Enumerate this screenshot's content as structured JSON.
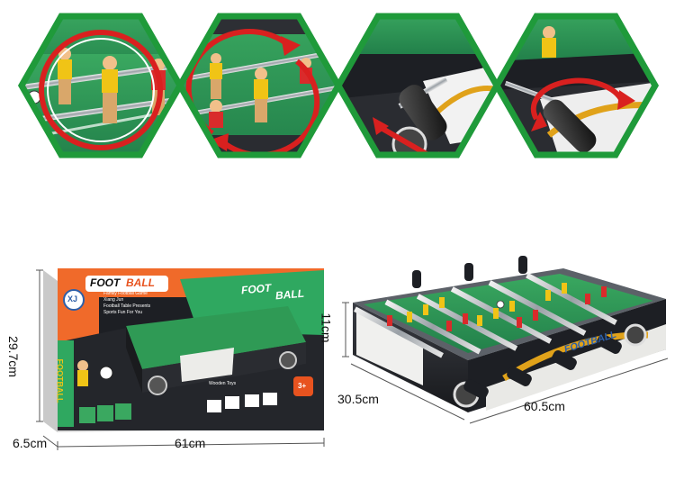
{
  "box": {
    "logo_foot": "FOOT",
    "logo_ball": "BALL",
    "brand_mark": "XJ",
    "features": [
      "Family Football Game",
      "Xiang Jun",
      "Football Table Presents",
      "Sports Fun For You"
    ],
    "side_logo": "FOOTBALL",
    "sub_label": "Wooden Toys",
    "age_badge": "3+"
  },
  "table": {
    "side_brand": "FOOTBALL"
  },
  "dimensions": {
    "box_height": "29.7cm",
    "box_depth": "6.5cm",
    "box_width": "61cm",
    "table_height": "11cm",
    "table_depth": "30.5cm",
    "table_width": "60.5cm"
  },
  "colors": {
    "hex_border": "#1f9a3a",
    "arrow": "#d9201f",
    "pitch": "#2f9a55",
    "box_orange": "#e8531f",
    "box_dark": "#1d1f24",
    "table_body": "#2a2c31"
  }
}
